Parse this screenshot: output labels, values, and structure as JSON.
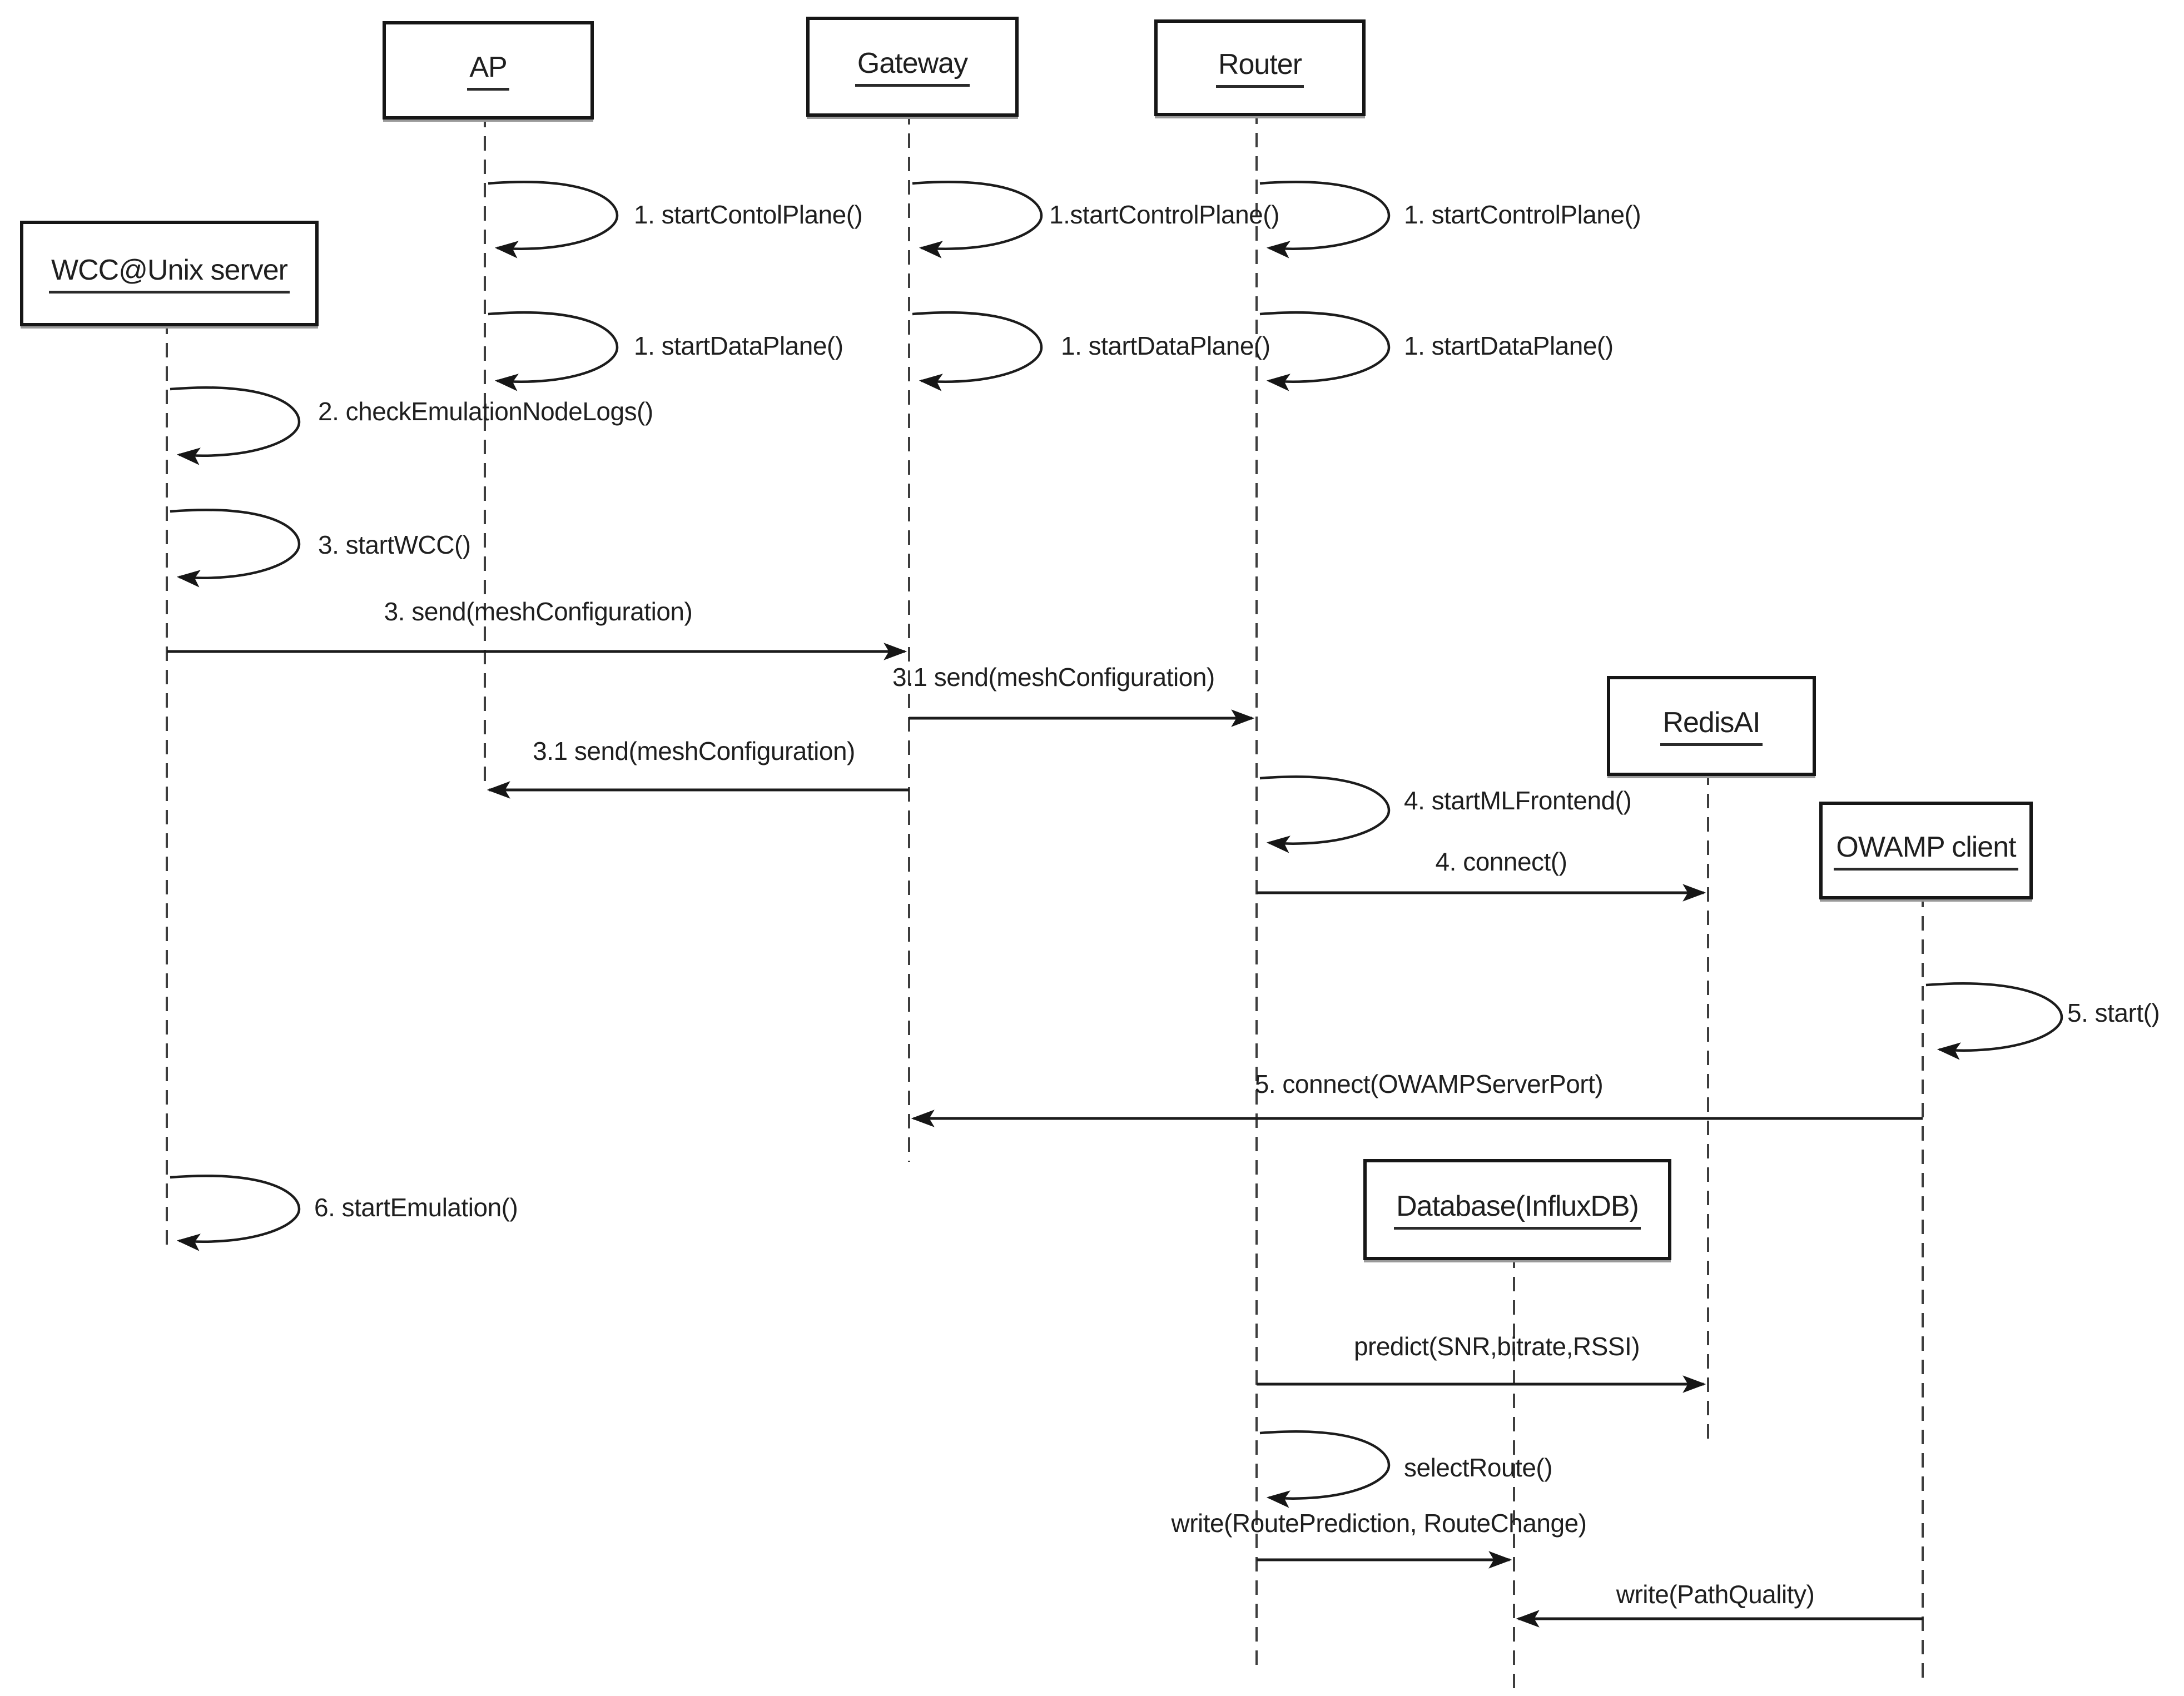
{
  "colors": {
    "background": "#ffffff",
    "line": "#1c1c1c",
    "text": "#1f1f1f"
  },
  "actors": [
    {
      "name": "WCC@Unix server"
    },
    {
      "name": "AP"
    },
    {
      "name": "Gateway"
    },
    {
      "name": "Router"
    },
    {
      "name": "RedisAI"
    },
    {
      "name": "OWAMP client"
    },
    {
      "name": "Database(InfluxDB)"
    }
  ],
  "messages": [
    {
      "label": "1. startContolPlane()",
      "actor": "AP",
      "kind": "self"
    },
    {
      "label": "1.startControlPlane()",
      "actor": "Gateway",
      "kind": "self"
    },
    {
      "label": "1. startControlPlane()",
      "actor": "Router",
      "kind": "self"
    },
    {
      "label": "1. startDataPlane()",
      "actor": "AP",
      "kind": "self"
    },
    {
      "label": "1. startDataPlane()",
      "actor": "Gateway",
      "kind": "self"
    },
    {
      "label": "1. startDataPlane()",
      "actor": "Router",
      "kind": "self"
    },
    {
      "label": "2. checkEmulationNodeLogs()",
      "actor": "WCC@Unix server",
      "kind": "self"
    },
    {
      "label": "3. startWCC()",
      "actor": "WCC@Unix server",
      "kind": "self"
    },
    {
      "label": "3. send(meshConfiguration)",
      "from": "WCC@Unix server",
      "to": "Gateway",
      "kind": "message"
    },
    {
      "label": "3.1 send(meshConfiguration)",
      "from": "Gateway",
      "to": "Router",
      "kind": "message"
    },
    {
      "label": "3.1 send(meshConfiguration)",
      "from": "Gateway",
      "to": "AP",
      "kind": "message"
    },
    {
      "label": "4. startMLFrontend()",
      "actor": "Router",
      "kind": "self"
    },
    {
      "label": "4. connect()",
      "from": "Router",
      "to": "RedisAI",
      "kind": "message"
    },
    {
      "label": "5. start()",
      "actor": "OWAMP client",
      "kind": "self"
    },
    {
      "label": "5. connect(OWAMPServerPort)",
      "from": "OWAMP client",
      "to": "Gateway",
      "kind": "message"
    },
    {
      "label": "6. startEmulation()",
      "actor": "WCC@Unix server",
      "kind": "self"
    },
    {
      "label": "predict(SNR,bitrate,RSSI)",
      "from": "Router",
      "to": "RedisAI",
      "kind": "message"
    },
    {
      "label": "selectRoute()",
      "actor": "Router",
      "kind": "self"
    },
    {
      "label": "write(RoutePrediction, RouteChange)",
      "from": "Router",
      "to": "Database(InfluxDB)",
      "kind": "message"
    },
    {
      "label": "write(PathQuality)",
      "from": "OWAMP client",
      "to": "Database(InfluxDB)",
      "kind": "message"
    }
  ]
}
